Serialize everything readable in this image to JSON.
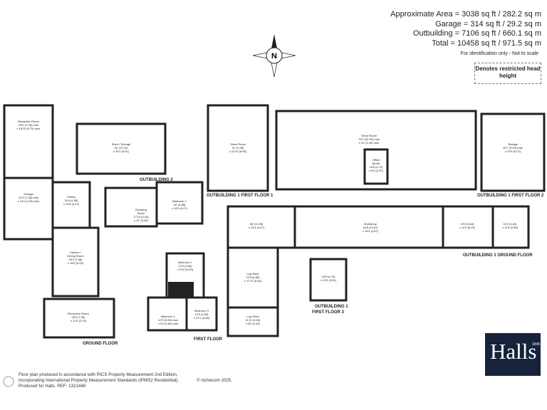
{
  "summary": {
    "approx": "Approximate Area = 3038 sq ft / 282.2 sq m",
    "garage": "Garage = 314 sq ft / 29.2 sq m",
    "outbuilding": "Outbuilding = 7106 sq ft / 660.1 sq m",
    "total": "Total = 10458 sq ft / 971.5 sq m",
    "note": "For identification only - Not to scale"
  },
  "legend": {
    "restricted": "Denotes restricted head height"
  },
  "compass": {
    "letter": "N"
  },
  "sections": {
    "ground": "GROUND FLOOR",
    "first": "FIRST FLOOR",
    "out2": "OUTBUILDING 2",
    "out1_ff1": "OUTBUILDING 1 FIRST FLOOR 1",
    "out1_ff2": "OUTBUILDING 1 FIRST FLOOR 2",
    "out1_gf": "OUTBUILDING 1 GROUND FLOOR",
    "out1_ff3a": "OUTBUILDING 1",
    "out1_ff3b": "FIRST FLOOR 3"
  },
  "rooms": {
    "reception1": [
      "Reception Room",
      "28'2 (7.49) max",
      "x 18'10 (5.74) max"
    ],
    "garage": [
      "Garage",
      "24'2 (7.35) max",
      "x 14'1 (4.29) max"
    ],
    "pantry": [
      "Pantry",
      "16'4 (4.98)",
      "x 14'8 (4.47)"
    ],
    "kitchen": [
      "Kitchen /",
      "Dining Room",
      "25'2 (7.68)",
      "x 16'6 (5.03)"
    ],
    "reception2": [
      "Reception Room",
      "25'9 (7.85)",
      "x 12'4 (3.76)"
    ],
    "shed_storage": [
      "Shed / Storage",
      "40' (12.19)",
      "x 18'1 (5.51)"
    ],
    "dressing": [
      "Dressing",
      "Room",
      "17'10 (5.44)",
      "x 12' (3.65)"
    ],
    "bedroom1": [
      "Bedroom 1",
      "16' (4.88)",
      "x 14'8 (4.47)"
    ],
    "bedroom2": [
      "Bedroom 2",
      "12'3 (3.84)",
      "x 9'10 (3.00)"
    ],
    "bedroom4": [
      "Bedroom 4",
      "12'9 (3.89) max",
      "x 9'4 (2.84) max"
    ],
    "bedroom3": [
      "Bedroom 3",
      "12'9 (3.89)",
      "x 12'1 (3.68)"
    ],
    "show_small": [
      "Show Room",
      "31' (9.45)",
      "x 21'10 (6.65)"
    ],
    "show_large": [
      "Show Room",
      "75'2 (22.90) max",
      "x 31' (9.45) max"
    ],
    "office": [
      "Office",
      "Booth",
      "15'6 (4.72)",
      "x 6'6 (2.00)"
    ],
    "storage": [
      "Storage",
      "30'7 (9.33) max",
      "x 20'5 (6.22)"
    ],
    "ws_left": [
      "38' (11.58)",
      "x 15'4 (4.67)"
    ],
    "workshop": [
      "Workshop",
      "44'8 (13.61)",
      "x 15'4 (4.67)"
    ],
    "r19": [
      "19'2 (5.84)",
      "x 10'3 (6.02)"
    ],
    "r15": [
      "15'2 (4.62)",
      "x 11'9 (3.58)"
    ],
    "log1": [
      "Log Shed",
      "22'6 (6.85)",
      "x 17'11 (5.46)"
    ],
    "log2": [
      "Log Shed",
      "11'11 (3.46)",
      "x 8'2 (2.49)"
    ],
    "ff3": [
      "15'5 (4.70)",
      "x 12'6 (3.81)"
    ]
  },
  "footer": {
    "l1": "Floor plan produced in accordance with RICS Property Measurement 2nd Edition,",
    "l2": "Incorporating International Property Measurement Standards (IPMS2 Residential).",
    "l3": "Produced for Halls.  REF: 1321448",
    "copy": "© nichecom 2025."
  },
  "logo": {
    "name": "Halls",
    "since": "1845"
  }
}
